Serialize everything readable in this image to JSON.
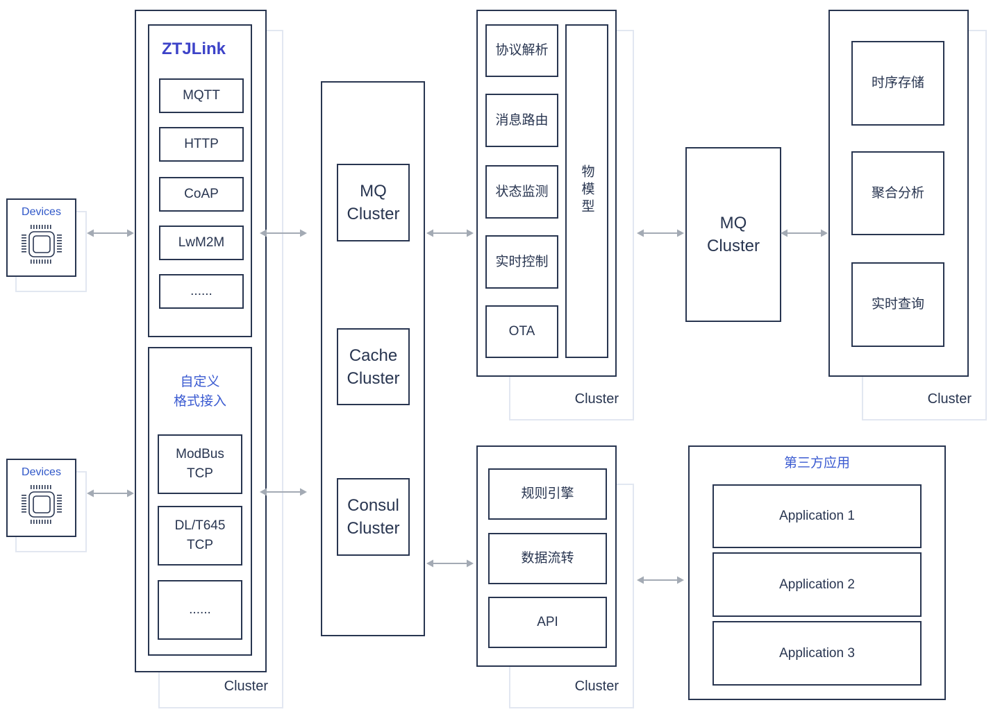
{
  "devices": [
    {
      "label": "Devices",
      "icon": "chip-icon"
    },
    {
      "label": "Devices",
      "icon": "chip-icon"
    }
  ],
  "access_layer": {
    "brand": "ZTJLink",
    "protocols": [
      "MQTT",
      "HTTP",
      "CoAP",
      "LwM2M",
      "......"
    ],
    "custom_title": "自定义\n格式接入",
    "custom_protocols": [
      "ModBus\nTCP",
      "DL/T645\nTCP",
      "......"
    ],
    "cluster_label": "Cluster"
  },
  "middleware": {
    "items": [
      "MQ\nCluster",
      "Cache\nCluster",
      "Consul\nCluster"
    ]
  },
  "core_services": {
    "items": [
      "协议解析",
      "消息路由",
      "状态监测",
      "实时控制",
      "OTA"
    ],
    "thing_model": "物模型",
    "cluster_label": "Cluster"
  },
  "rule_services": {
    "items": [
      "规则引擎",
      "数据流转",
      "API"
    ],
    "cluster_label": "Cluster"
  },
  "mq_cluster": {
    "label": "MQ\nCluster"
  },
  "storage": {
    "items": [
      "时序存储",
      "聚合分析",
      "实时查询"
    ],
    "cluster_label": "Cluster"
  },
  "third_party": {
    "title": "第三方应用",
    "apps": [
      "Application 1",
      "Application 2",
      "Application 3"
    ]
  },
  "colors": {
    "stroke": "#283550",
    "ghost": "#e2e7f1",
    "accent_blue": "#3b4fd1",
    "arrow": "#a3aab4"
  }
}
